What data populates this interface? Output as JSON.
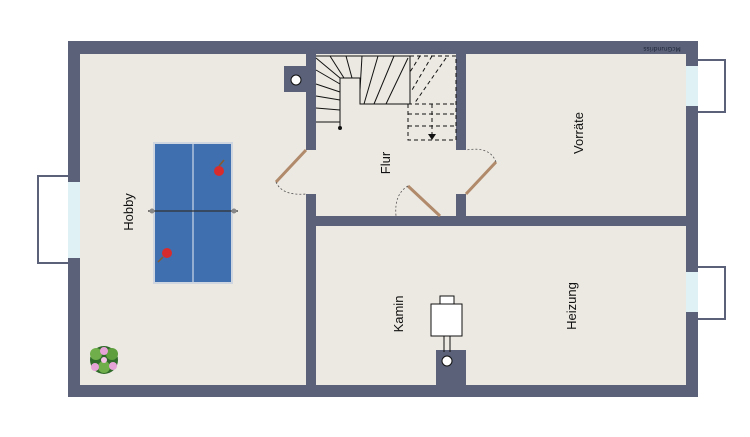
{
  "brand": "McGrundriss",
  "rooms": {
    "hobby": "Hobby",
    "flur": "Flur",
    "vorraete": "Vorräte",
    "kamin": "Kamin",
    "heizung": "Heizung"
  },
  "colors": {
    "wall": "#5a6178",
    "floor": "#ece9e2",
    "door": "#b08a6a",
    "window_glass": "#dff1f5",
    "table_blue": "#3f6fae",
    "paddle_red": "#d82c2c"
  },
  "icons": {
    "table": "table-tennis-icon",
    "plant": "potted-plant-icon",
    "stairs": "staircase-icon",
    "boiler": "boiler-icon"
  }
}
